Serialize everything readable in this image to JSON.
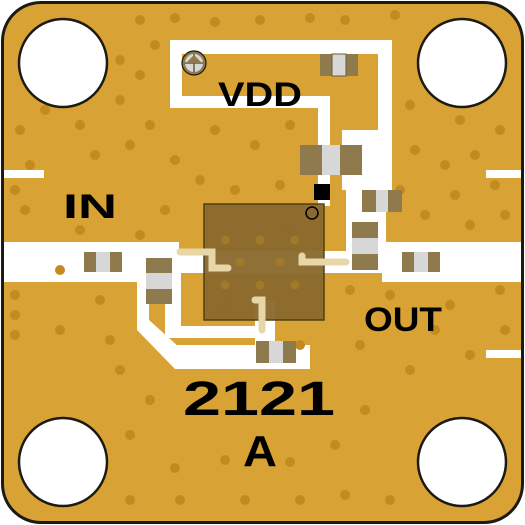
{
  "board": {
    "labels": {
      "vdd": "VDD",
      "input": "IN",
      "output": "OUT",
      "part_number": "2121",
      "revision": "A"
    }
  },
  "colors": {
    "board_edge": "#1c1a14",
    "substrate": "#d9a234",
    "via": "#c58a1f",
    "trace": "#ffffff",
    "chip_body": "#8a6a2e",
    "chip_outline": "#4a3a14",
    "capacitor_body": "#8f7a4d",
    "capacitor_terminal": "#d7d7d7",
    "silkscreen": "#000000"
  }
}
